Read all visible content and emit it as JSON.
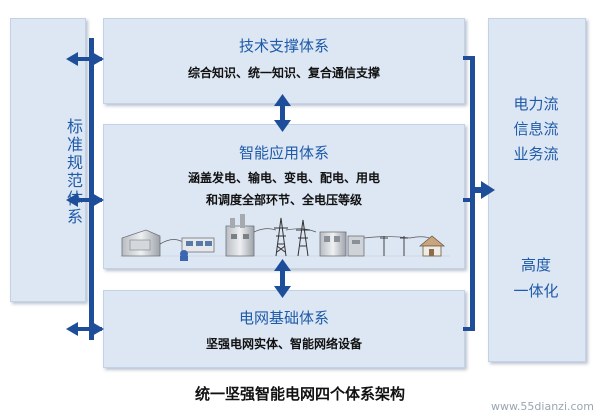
{
  "left_panel": {
    "label": "标准规范体系"
  },
  "right_panel": {
    "top_lines": [
      "电力流",
      "信息流",
      "业务流"
    ],
    "bottom_lines": [
      "高度",
      "一体化"
    ]
  },
  "boxes": {
    "tech": {
      "title": "技术支撑体系",
      "sub": "综合知识、统一知识、复合通信支撑"
    },
    "app": {
      "title": "智能应用体系",
      "sub1": "涵盖发电、输电、变电、配电、用电",
      "sub2": "和调度全部环节、全电压等级"
    },
    "grid": {
      "title": "电网基础体系",
      "sub": "坚强电网实体、智能网络设备"
    }
  },
  "caption": "统一坚强智能电网四个体系架构",
  "watermark": "www.55dianzi.com",
  "colors": {
    "panel_bg": "#dde7f4",
    "text_blue": "#1e5aa8",
    "arrow_blue": "#1e4e9a"
  }
}
